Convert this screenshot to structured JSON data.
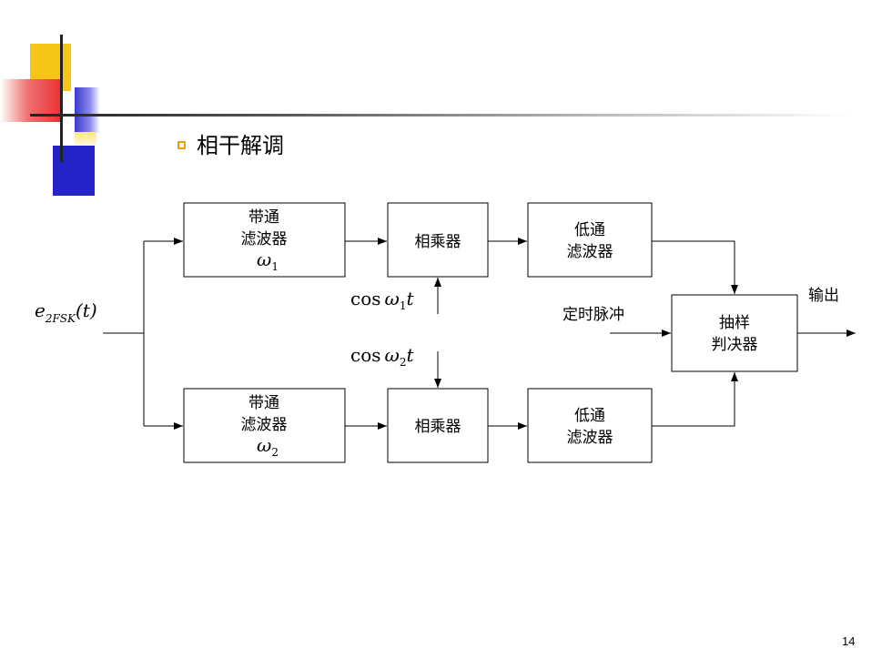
{
  "slide": {
    "title": "相干解调",
    "page_number": "14"
  },
  "diagram": {
    "input_label": "e",
    "input_sub": "2FSK",
    "input_arg": "(t)",
    "bpf1": {
      "line1": "带通",
      "line2": "滤波器",
      "omega": "ω",
      "sub": "1"
    },
    "bpf2": {
      "line1": "带通",
      "line2": "滤波器",
      "omega": "ω",
      "sub": "2"
    },
    "mult1": "相乘器",
    "mult2": "相乘器",
    "lpf1": {
      "line1": "低通",
      "line2": "滤波器"
    },
    "lpf2": {
      "line1": "低通",
      "line2": "滤波器"
    },
    "carrier1": {
      "cos": "cos",
      "omega": "ω",
      "sub": "1",
      "t": "t"
    },
    "carrier2": {
      "cos": "cos",
      "omega": "ω",
      "sub": "2",
      "t": "t"
    },
    "timing": "定时脉冲",
    "decider": {
      "line1": "抽样",
      "line2": "判决器"
    },
    "output": "输出"
  },
  "colors": {
    "yellow": "#f5c518",
    "red": "#e83030",
    "blue": "#2323c8",
    "bullet": "#f0a000"
  }
}
